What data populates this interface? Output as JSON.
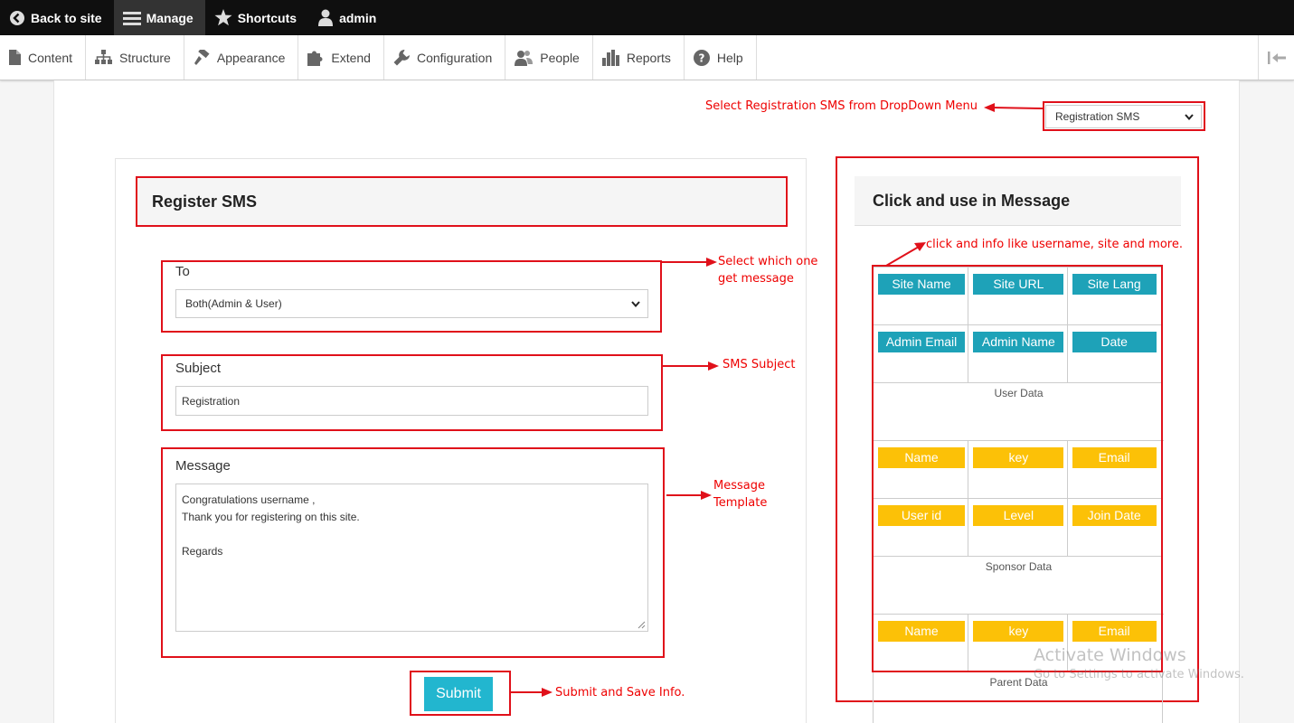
{
  "toolbar": {
    "back_to_site": "Back to site",
    "manage": "Manage",
    "shortcuts": "Shortcuts",
    "admin": "admin"
  },
  "tray": {
    "content": "Content",
    "structure": "Structure",
    "appearance": "Appearance",
    "extend": "Extend",
    "configuration": "Configuration",
    "people": "People",
    "reports": "Reports",
    "help": "Help"
  },
  "template_select": {
    "value": "Registration SMS"
  },
  "form": {
    "title": "Register SMS",
    "to_label": "To",
    "to_value": "Both(Admin & User)",
    "subject_label": "Subject",
    "subject_value": "Registration",
    "message_label": "Message",
    "message_lines": [
      "Congratulations username ,",
      "Thank you for registering on this site.",
      "",
      "Regards"
    ],
    "submit_label": "Submit"
  },
  "panel": {
    "title": "Click and use in Message",
    "site_tags": [
      "Site Name",
      "Site URL",
      "Site Lang"
    ],
    "admin_tags": [
      "Admin Email",
      "Admin Name",
      "Date"
    ],
    "user_data_label": "User Data",
    "user_tags_row1": [
      "Name",
      "key",
      "Email"
    ],
    "user_tags_row2": [
      "User id",
      "Level",
      "Join Date"
    ],
    "sponsor_data_label": "Sponsor Data",
    "sponsor_tags": [
      "Name",
      "key",
      "Email"
    ],
    "parent_data_label": "Parent Data"
  },
  "annotations": {
    "dropdown": "Select Registration SMS from DropDown Menu",
    "to_line1": "Select which one",
    "to_line2": "get message",
    "subject": "SMS Subject",
    "message_line1": "Message",
    "message_line2": "Template",
    "submit": "Submit and Save Info.",
    "panel": "click and info like username, site and more."
  },
  "watermark": {
    "title": "Activate Windows",
    "subtitle": "Go to Settings to activate Windows."
  },
  "colors": {
    "annotation_red": "#e0101a",
    "tag_teal": "#1ea2b8",
    "tag_yellow": "#fcc107",
    "submit_cyan": "#22b6cf"
  }
}
